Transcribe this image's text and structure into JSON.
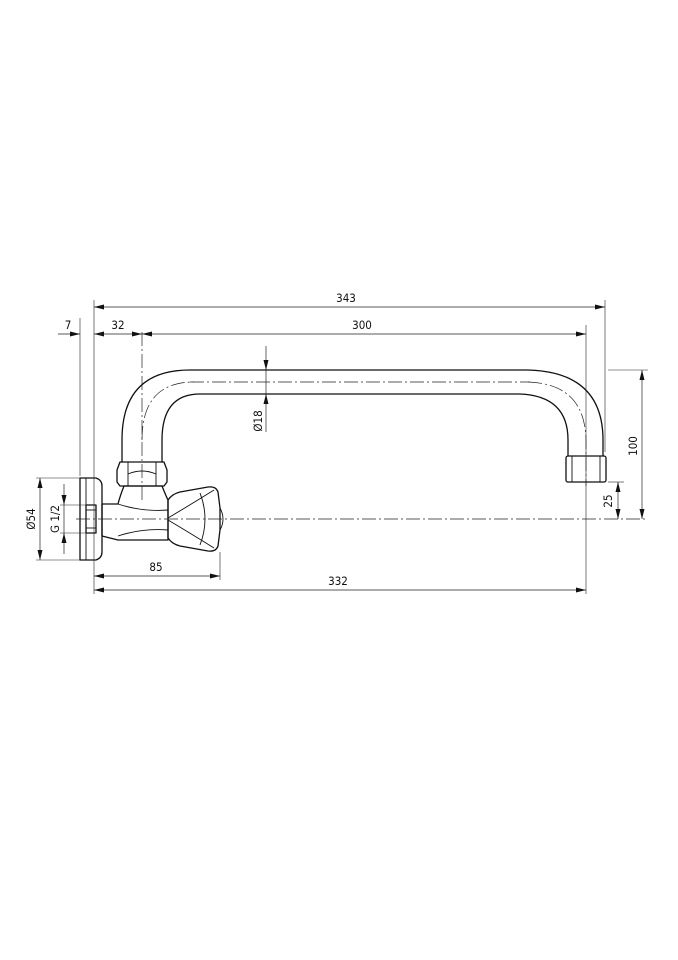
{
  "dimensions": {
    "overall_length": "343",
    "flange_thickness": "7",
    "valve_offset": "32",
    "spout_reach": "300",
    "pipe_diameter": "Ø18",
    "spout_height": "100",
    "outlet_height": "25",
    "flange_diameter": "Ø54",
    "thread_size": "G 1/2",
    "handle_projection": "85",
    "outlet_distance": "332"
  }
}
